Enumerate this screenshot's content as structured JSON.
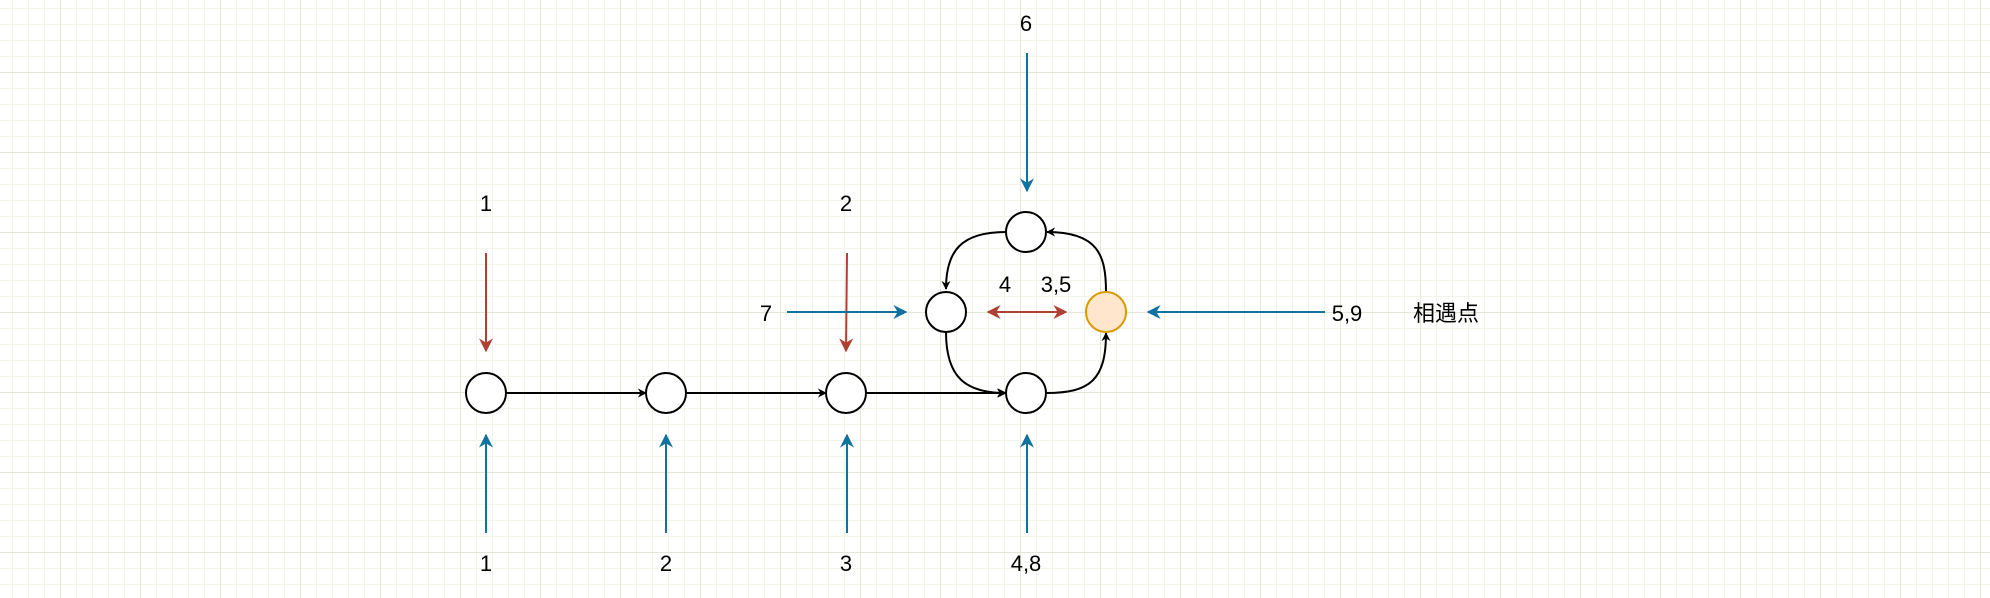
{
  "colors": {
    "pointer_a": "#ae4132",
    "pointer_b": "#10739e",
    "edge": "#000000",
    "node_fill": "#ffffff",
    "meeting_fill": "#ffe6cc",
    "meeting_stroke": "#d79b00"
  },
  "labels": {
    "bottom_1": "1",
    "bottom_2": "2",
    "bottom_3": "3",
    "bottom_4": "4,8",
    "red_1": "1",
    "red_2": "2",
    "top_6": "6",
    "left_7": "7",
    "mid_4": "4",
    "mid_35": "3,5",
    "right_59": "5,9",
    "meeting": "相遇点"
  }
}
